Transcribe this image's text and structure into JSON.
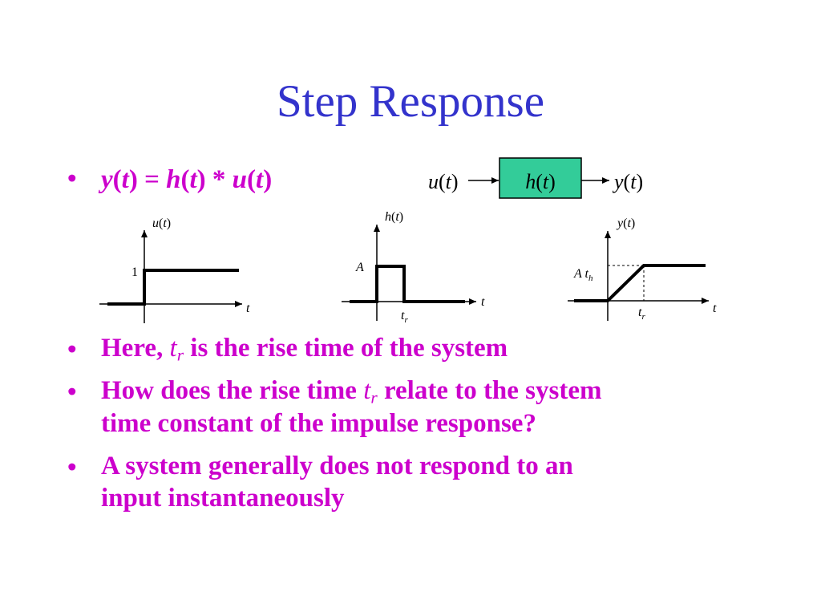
{
  "title": "Step Response",
  "bullet_glyph": "•",
  "equation": {
    "y": "y",
    "t1": "t",
    "eq": ") = ",
    "h": "h",
    "t2": "t",
    "conv": ") * ",
    "u": "u",
    "t3": "t",
    "close": ")",
    "open": "("
  },
  "block_diagram": {
    "input": {
      "fn": "u",
      "var": "t"
    },
    "block": {
      "fn": "h",
      "var": "t",
      "color": "#33cc99"
    },
    "output": {
      "fn": "y",
      "var": "t"
    }
  },
  "plots": [
    {
      "ylabel_fn": "u",
      "ylabel_var": "t",
      "level_label": "1",
      "xlabel": "t"
    },
    {
      "ylabel_fn": "h",
      "ylabel_var": "t",
      "level_label": "A",
      "xlabel": "t",
      "mark_label": "t",
      "mark_sub": "r"
    },
    {
      "ylabel_fn": "y",
      "ylabel_var": "t",
      "level_label": "A t",
      "level_sub": "h",
      "xlabel": "t",
      "mark_label": "t",
      "mark_sub": "r"
    }
  ],
  "bullets": [
    {
      "pre": "Here, ",
      "var": "t",
      "sub": "r",
      "post": " is the rise time of the system"
    },
    {
      "pre": "How does the rise time ",
      "var": "t",
      "sub": "r",
      "post": " relate to the system",
      "line2": "time constant of the impulse response?"
    },
    {
      "line1": "A system generally does not respond to an",
      "line2": "input instantaneously"
    }
  ],
  "colors": {
    "title": "#3333cc",
    "text": "#cc00cc"
  }
}
